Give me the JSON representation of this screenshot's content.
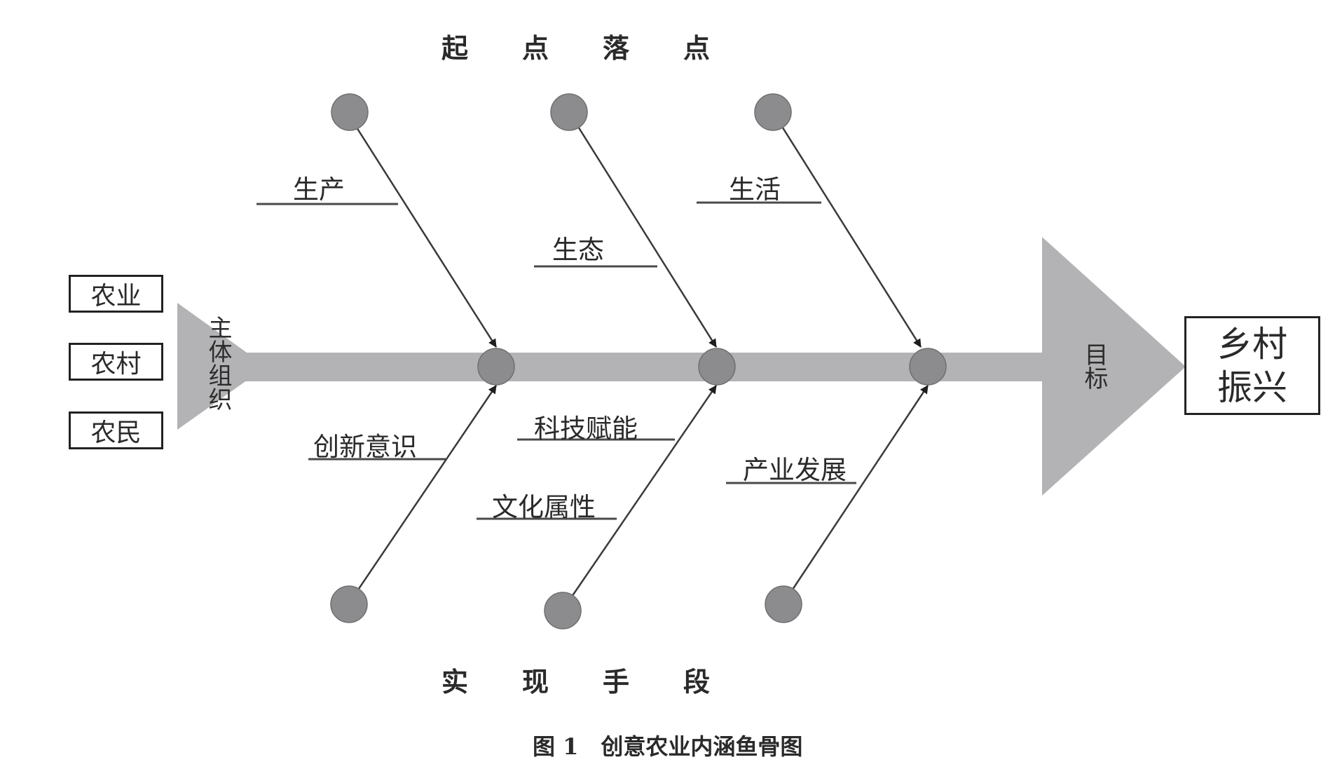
{
  "header_top": "起点落点",
  "header_bottom": "实现手段",
  "subjects": [
    "农业",
    "农村",
    "农民"
  ],
  "tail_label": "主体组织",
  "head_label": "目标",
  "goal": [
    "乡村",
    "振兴"
  ],
  "top_bones": [
    "生产",
    "生态",
    "生活"
  ],
  "bottom_bones": [
    "创新意识",
    "科技赋能",
    "文化属性",
    "产业发展"
  ],
  "caption": "图 1　创意农业内涵鱼骨图",
  "colors": {
    "spine": "#b3b3b5",
    "node": "#8c8c8e",
    "triangle": "#b3b3b5",
    "line": "#3a3a3a"
  }
}
